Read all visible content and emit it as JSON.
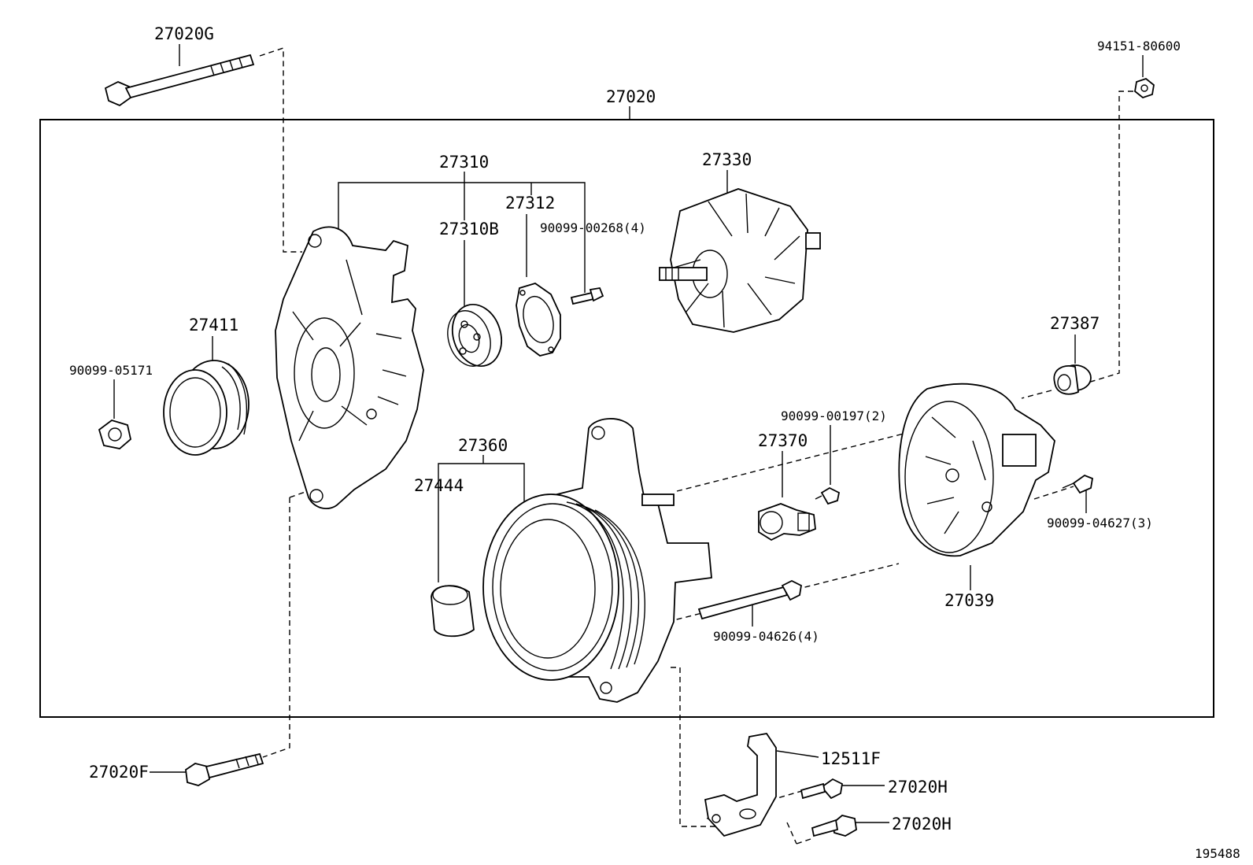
{
  "diagram": {
    "figure_number": "195488",
    "assembly_label": "27020",
    "labels": {
      "p27020G": "27020G",
      "p94151_80600": "94151-80600",
      "p27310": "27310",
      "p27312": "27312",
      "p27310B": "27310B",
      "p90099_00268": "90099-00268(4)",
      "p27330": "27330",
      "p27411": "27411",
      "p90099_05171": "90099-05171",
      "p27387": "27387",
      "p90099_00197": "90099-00197(2)",
      "p27370": "27370",
      "p27360": "27360",
      "p27444": "27444",
      "p90099_04627": "90099-04627(3)",
      "p27039": "27039",
      "p90099_04626": "90099-04626(4)",
      "p27020F": "27020F",
      "p12511F": "12511F",
      "p27020H_a": "27020H",
      "p27020H_b": "27020H"
    }
  }
}
